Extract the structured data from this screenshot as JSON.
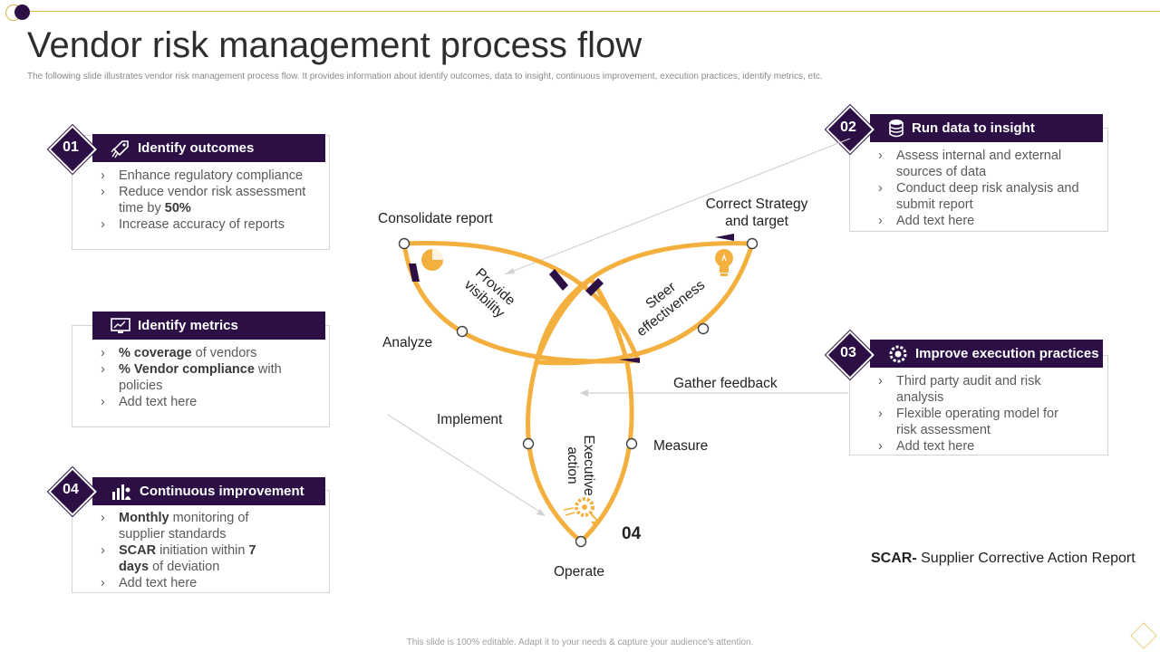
{
  "header": {
    "title": "Vendor risk management process flow",
    "subtitle": "The following slide illustrates vendor risk management process flow. It provides information about identify outcomes, data to insight, continuous improvement, execution practices, identify metrics, etc."
  },
  "cards": {
    "c1": {
      "number": "01",
      "title": "Identify outcomes",
      "icon": "rocket-icon",
      "bullets": {
        "b1": "Enhance regulatory compliance",
        "b2a": "Reduce vendor risk assessment time by ",
        "b2b": "50%",
        "b3": "Increase accuracy of reports"
      }
    },
    "c2": {
      "title": "Identify metrics",
      "icon": "dashboard-icon",
      "bullets": {
        "b1a": "% coverage",
        "b1b": " of vendors",
        "b2a": "% Vendor compliance",
        "b2b": " with policies",
        "b3": "Add text here"
      }
    },
    "c3": {
      "number": "04",
      "title": "Continuous improvement",
      "icon": "team-chart-icon",
      "bullets": {
        "b1a": "Monthly",
        "b1b": " monitoring of supplier standards",
        "b2a": "SCAR",
        "b2b": " initiation within ",
        "b2c": "7 days",
        "b2d": " of deviation",
        "b3": "Add text here"
      }
    },
    "c4": {
      "number": "02",
      "title": "Run data to insight",
      "icon": "database-icon",
      "bullets": {
        "b1": "Assess internal and external sources of data",
        "b2": "Conduct deep risk analysis and submit report",
        "b3": "Add text here"
      }
    },
    "c5": {
      "number": "03",
      "title": "Improve execution practices",
      "icon": "gears-icon",
      "bullets": {
        "b1": "Third party audit and risk analysis",
        "b2": "Flexible operating model for risk assessment",
        "b3": "Add text here"
      }
    }
  },
  "diagram": {
    "consolidate": "Consolidate report",
    "correct": "Correct Strategy and target",
    "analyze": "Analyze",
    "gather": "Gather feedback",
    "implement": "Implement",
    "measure": "Measure",
    "operate": "Operate",
    "num04": "04",
    "provide": "Provide visibility",
    "steer": "Steer effectiveness",
    "executive": "Executive action",
    "colors": {
      "loop": "#f4b03e",
      "arrow": "#2b0f45"
    },
    "icons": [
      "pie-chart-icon",
      "lightbulb-icon",
      "gear-click-icon"
    ]
  },
  "scar": {
    "bold": "SCAR-",
    "text": " Supplier Corrective Action Report"
  },
  "footer": "This slide is 100% editable. Adapt it to your needs & capture your audience's attention.",
  "colors": {
    "brand": "#2b0f45",
    "accent": "#d9b64a"
  }
}
